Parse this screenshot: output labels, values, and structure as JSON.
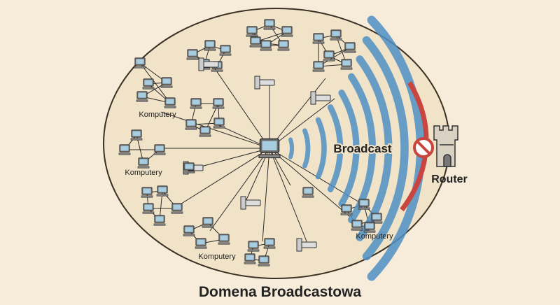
{
  "title": "Domena Broadcastowa",
  "broadcast_label": "Broadcast",
  "router_label": "Router",
  "cluster_labels": [
    "Komputery",
    "Komputery",
    "Komputery",
    "Komputery"
  ],
  "icons": {
    "router": "castle-tower-icon",
    "blocked": "no-entry-icon",
    "host": "computer-icon"
  },
  "colors": {
    "background": "#f6ecd9",
    "domain_fill": "#f1e3c7",
    "wave": "#4f8fc4",
    "barrier": "#c9453f",
    "line": "#2a2a2a"
  }
}
